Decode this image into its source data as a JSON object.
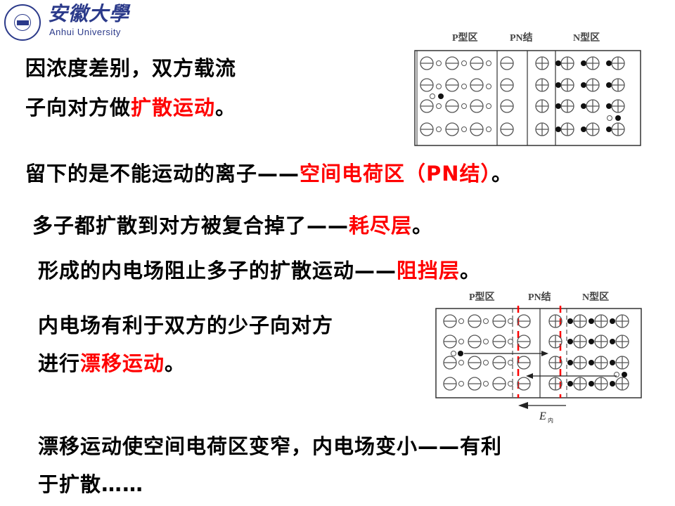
{
  "header": {
    "logo_cn": "安徽大學",
    "logo_en": "Anhui University"
  },
  "paragraphs": {
    "p1_line1": "因浓度差别，双方载流",
    "p1_line2_a": "子向对方做",
    "p1_line2_red": "扩散运动",
    "p1_line2_end": "。",
    "p2_a": "留下的是不能运动的离子——",
    "p2_red": "空间电荷区（PN结）",
    "p2_end": "。",
    "p3_a": "多子都扩散到对方被复合掉了——",
    "p3_red": "耗尽层",
    "p3_end": "。",
    "p4_a": "形成的内电场阻止多子的扩散运动——",
    "p4_red": "阻挡层",
    "p4_end": "。",
    "p5_line1": "内电场有利于双方的少子向对方",
    "p5_line2_a": "进行",
    "p5_line2_red": "漂移运动",
    "p5_line2_end": "。",
    "p6_line1": "漂移运动使空间电荷区变窄，内电场变小——有利",
    "p6_line2": "于扩散……"
  },
  "diagram1": {
    "labels": {
      "p": "P型区",
      "pn": "PN结",
      "n": "N型区"
    }
  },
  "diagram2": {
    "labels": {
      "p": "P型区",
      "pn": "PN结",
      "n": "N型区"
    },
    "field_label": "E",
    "field_sub": "内"
  },
  "colors": {
    "highlight": "#ff0000",
    "logo": "#2b3a8a",
    "text": "#000000"
  }
}
